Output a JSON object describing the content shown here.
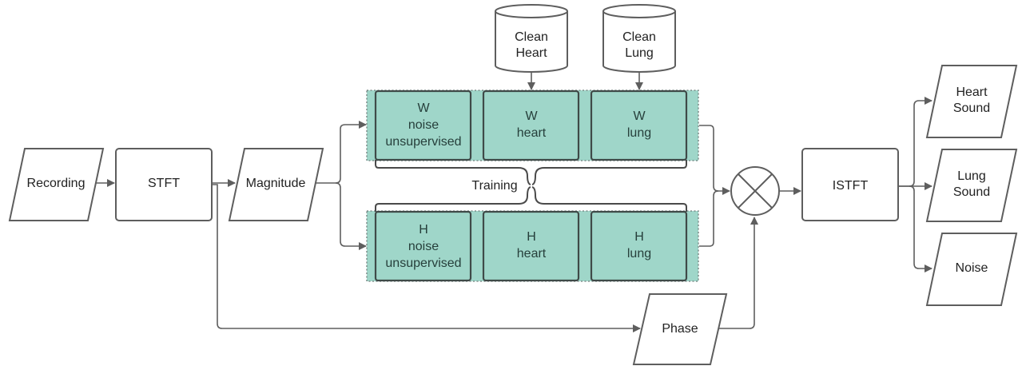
{
  "nodes": {
    "recording": "Recording",
    "stft": "STFT",
    "magnitude": "Magnitude",
    "phase": "Phase",
    "istft": "ISTFT",
    "clean_heart": [
      "Clean",
      "Heart"
    ],
    "clean_lung": [
      "Clean",
      "Lung"
    ],
    "w_noise": [
      "W",
      "noise",
      "unsupervised"
    ],
    "w_heart": [
      "W",
      "heart"
    ],
    "w_lung": [
      "W",
      "lung"
    ],
    "h_noise": [
      "H",
      "noise",
      "unsupervised"
    ],
    "h_heart": [
      "H",
      "heart"
    ],
    "h_lung": [
      "H",
      "lung"
    ],
    "training": "Training",
    "heart_sound": [
      "Heart",
      "Sound"
    ],
    "lung_sound": [
      "Lung",
      "Sound"
    ],
    "noise_out": "Noise"
  },
  "colors": {
    "teal_fill": "#9fd6c9",
    "stroke": "#5e5e5e"
  },
  "icons": {
    "multiply": "circled-x-icon"
  }
}
